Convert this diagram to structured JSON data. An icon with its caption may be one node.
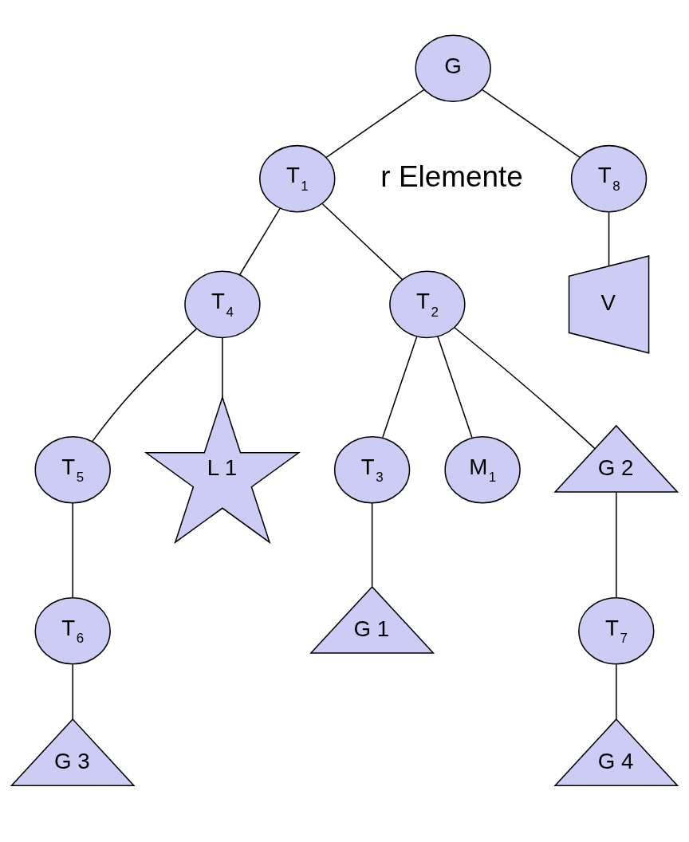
{
  "diagram": {
    "nodes": [
      {
        "text": [
          "G"
        ]
      },
      {
        "text": [
          "T$_{1}$"
        ]
      },
      {
        "text": [
          "T$_{8}$"
        ]
      },
      {
        "text": [
          "T$_{2}$"
        ]
      },
      {
        "text": [
          "T$_{4}$"
        ]
      },
      {
        "text": [
          "V"
        ]
      },
      {
        "text": [
          "M$_{1}$"
        ]
      },
      {
        "text": [
          "G 2"
        ]
      },
      {
        "text": [
          "T$_{3}$"
        ]
      },
      {
        "text": [
          "T$_{5}$"
        ]
      },
      {
        "text": [
          "L 1"
        ]
      },
      {
        "text": [
          "T$_{7}$"
        ]
      },
      {
        "text": [
          "G 1"
        ]
      },
      {
        "text": [
          "T$_{6}$"
        ]
      },
      {
        "text": [
          "G 4"
        ]
      },
      {
        "text": [
          "G 3"
        ]
      }
    ],
    "edges": [
      {
        "from": 0,
        "to": 1,
        "arrow": "none"
      },
      {
        "from": 0,
        "to": 2,
        "arrow": "none"
      },
      {
        "from": 1,
        "to": 3,
        "arrow": "none"
      },
      {
        "from": 1,
        "to": 4,
        "arrow": "none"
      },
      {
        "from": 2,
        "to": 5,
        "arrow": "none"
      },
      {
        "from": 3,
        "to": 6,
        "arrow": "none"
      },
      {
        "from": 3,
        "to": 7,
        "arrow": "none"
      },
      {
        "from": 3,
        "to": 8,
        "arrow": "none"
      },
      {
        "from": 4,
        "to": 9,
        "arrow": "none"
      },
      {
        "from": 4,
        "to": 10,
        "arrow": "none"
      },
      {
        "from": 7,
        "to": 11,
        "arrow": "none"
      },
      {
        "from": 8,
        "to": 12,
        "arrow": "none"
      },
      {
        "from": 9,
        "to": 13,
        "arrow": "none"
      },
      {
        "from": 11,
        "to": 14,
        "arrow": "none"
      },
      {
        "from": 13,
        "to": 15,
        "arrow": "none"
      }
    ],
    "labels": [
      "r Elemente"
    ]
  }
}
